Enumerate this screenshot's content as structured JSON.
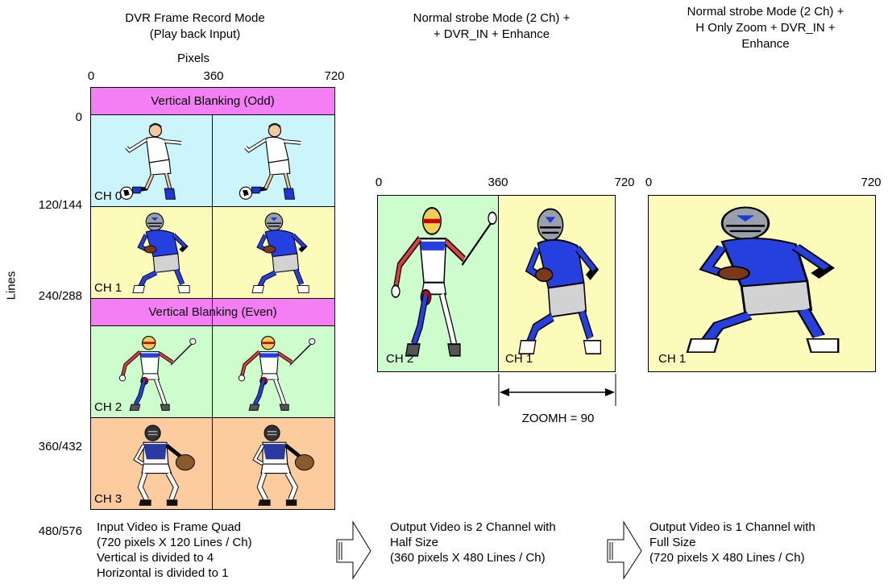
{
  "colors": {
    "blanking": "#f47ff4",
    "ch0": "#ccf5fb",
    "ch1": "#fdfbb9",
    "ch2": "#cdfccd",
    "ch3": "#fccc9e"
  },
  "panel1": {
    "title_line1": "DVR Frame Record Mode",
    "title_line2": "(Play back Input)",
    "pixels_label": "Pixels",
    "x_ticks": [
      "0",
      "360",
      "720"
    ],
    "y_axis_label": "Lines",
    "y_ticks": [
      "0",
      "120/144",
      "240/288",
      "360/432",
      "480/576"
    ],
    "blank_odd": "Vertical Blanking (Odd)",
    "blank_even": "Vertical Blanking (Even)",
    "ch0": "CH 0",
    "ch1": "CH 1",
    "ch2": "CH 2",
    "ch3": "CH 3",
    "caption": "Input Video is Frame Quad\n(720 pixels X 120 Lines / Ch)\nVertical is divided to 4\nHorizontal is divided to 1"
  },
  "panel2": {
    "title_line1": "Normal strobe Mode (2 Ch) +",
    "title_line2": "+ DVR_IN + Enhance",
    "x_ticks": [
      "0",
      "360",
      "720"
    ],
    "left_label": "CH 2",
    "right_label": "CH 1",
    "zoom_label": "ZOOMH = 90",
    "caption": "Output Video is 2 Channel with\nHalf Size\n(360 pixels X 480 Lines / Ch)"
  },
  "panel3": {
    "title_line1": "Normal strobe Mode (2 Ch) +",
    "title_line2": "H Only Zoom + DVR_IN +",
    "title_line3": "Enhance",
    "x_ticks": [
      "0",
      "720"
    ],
    "label": "CH 1",
    "caption": "Output Video is 1 Channel with\nFull Size\n(720 pixels X 480 Lines / Ch)"
  },
  "figures": {
    "ch0": "soccer-player-icon",
    "ch1": "football-runner-icon",
    "ch2": "robot-figure-icon",
    "ch3": "baseball-catcher-icon"
  }
}
